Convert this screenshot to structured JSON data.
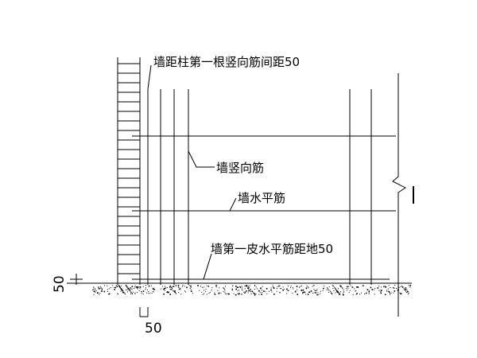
{
  "labels": {
    "column_spacing": "墙距柱第一根竖向筋间距50",
    "vertical_rebar": "墙竖向筋",
    "horizontal_rebar": "墙水平筋",
    "first_horizontal_rebar": "墙第一皮水平筋距地50"
  },
  "dimensions": {
    "left_50": "50",
    "bottom_50": "50"
  },
  "colors": {
    "line": "#000000",
    "background": "#ffffff"
  }
}
